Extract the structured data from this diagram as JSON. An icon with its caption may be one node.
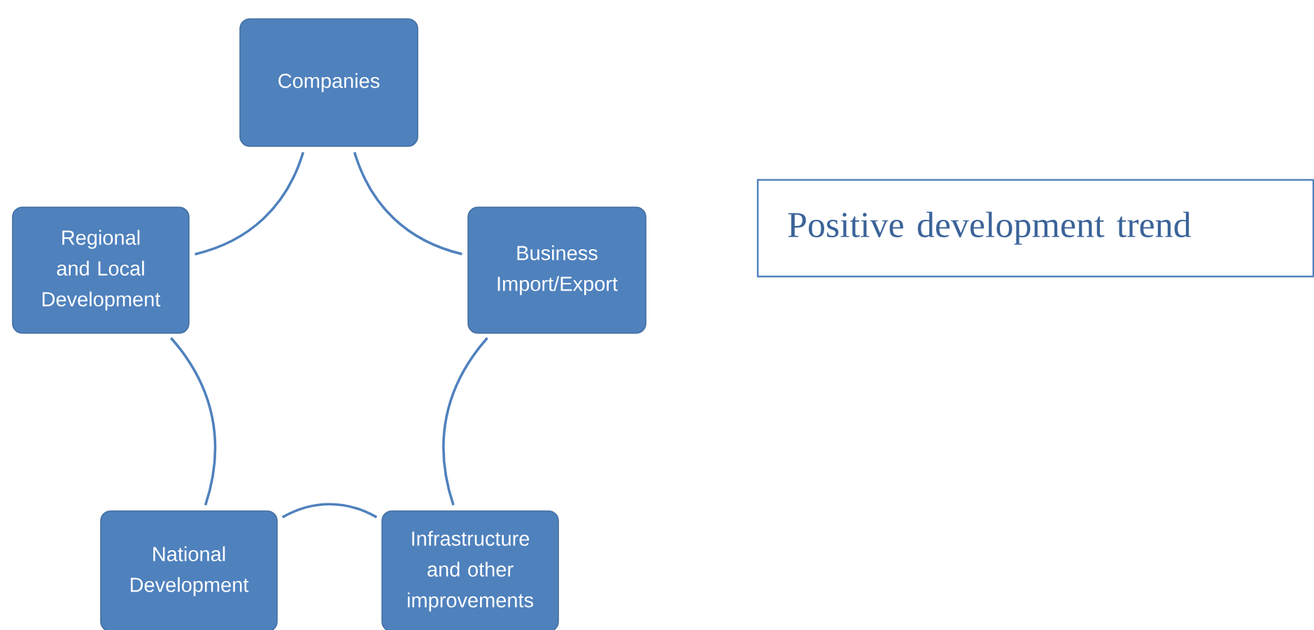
{
  "diagram": {
    "nodes": [
      {
        "text": [
          "Companies"
        ]
      },
      {
        "text": [
          "Business Import/Export"
        ]
      },
      {
        "text": [
          "Infrastructure and other improvements"
        ]
      },
      {
        "text": [
          "National Development"
        ]
      },
      {
        "text": [
          "Regional and Local Development"
        ]
      },
      {
        "text": [
          "Positive development trend"
        ]
      }
    ],
    "edges": [
      {
        "from": 0,
        "to": 1,
        "arrow": "none"
      },
      {
        "from": 1,
        "to": 2,
        "arrow": "none"
      },
      {
        "from": 2,
        "to": 3,
        "arrow": "none"
      },
      {
        "from": 3,
        "to": 4,
        "arrow": "none"
      },
      {
        "from": 4,
        "to": 0,
        "arrow": "none"
      }
    ]
  }
}
